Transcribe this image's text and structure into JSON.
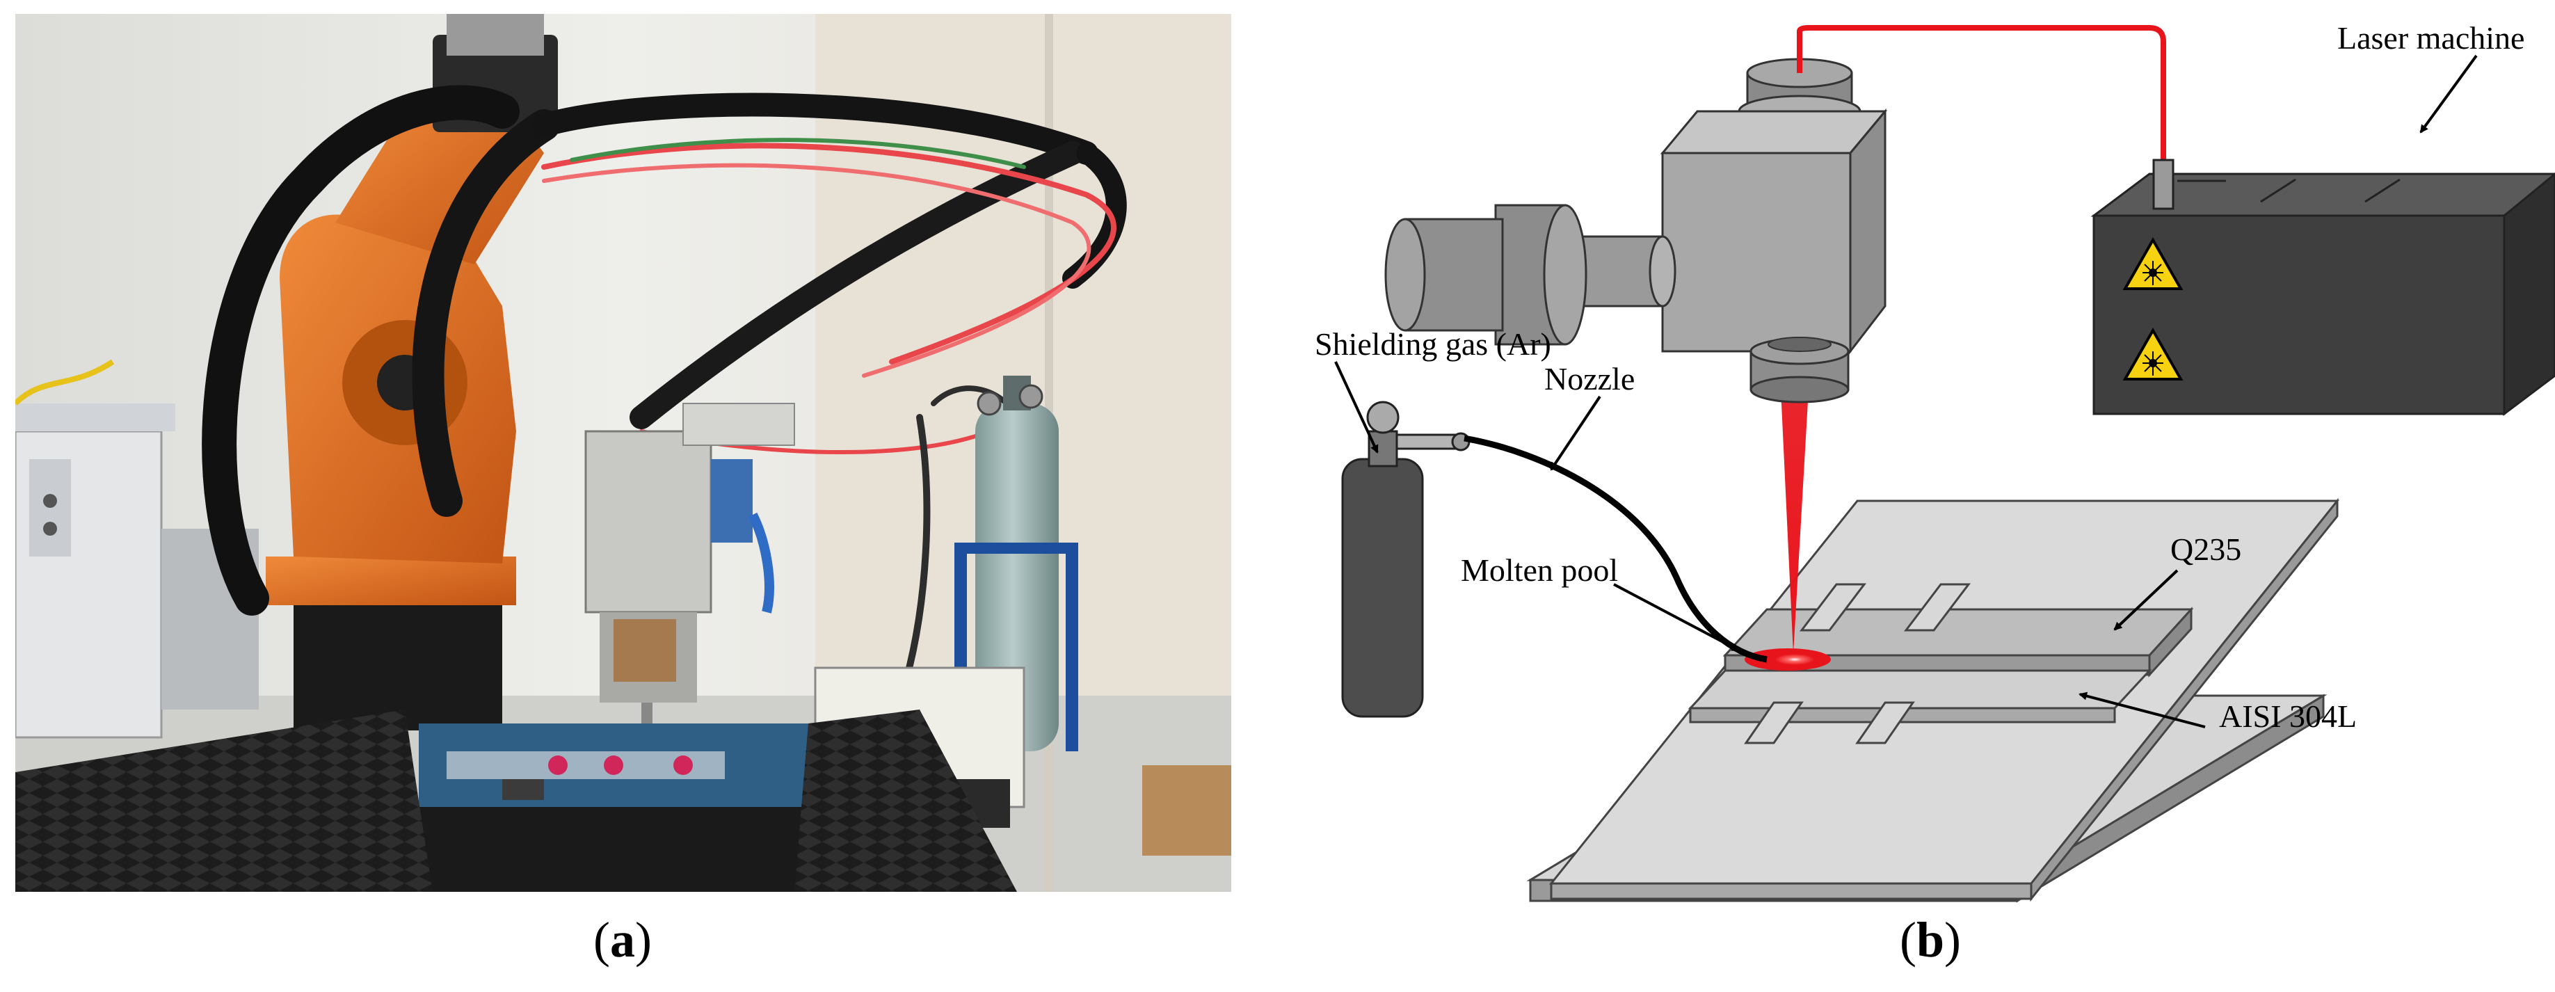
{
  "panels": {
    "a": {
      "caption_open": "(",
      "caption_label": "a",
      "caption_close": ")"
    },
    "b": {
      "caption_open": "(",
      "caption_label": "b",
      "caption_close": ")"
    }
  },
  "labels": {
    "laser_machine": "Laser machine",
    "shielding_gas": "Shielding gas (Ar)",
    "nozzle": "Nozzle",
    "molten_pool": "Molten pool",
    "q235": "Q235",
    "aisi": "AISI 304L"
  },
  "colors": {
    "laser_red": "#e8141c",
    "robot_orange": "#e06a1e",
    "plate_gray": "#d6d6d6",
    "machine_dark": "#444444"
  },
  "icons": [
    "laser-warning-icon",
    "laser-warning-icon"
  ]
}
